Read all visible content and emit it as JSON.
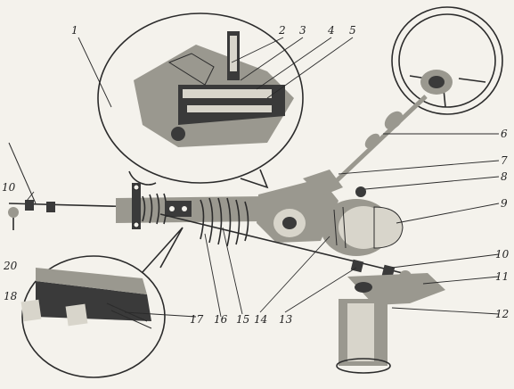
{
  "callouts": [
    {
      "id": "c1",
      "text": "1"
    },
    {
      "id": "c2",
      "text": "2"
    },
    {
      "id": "c3",
      "text": "3"
    },
    {
      "id": "c4",
      "text": "4"
    },
    {
      "id": "c5",
      "text": "5"
    },
    {
      "id": "c6",
      "text": "6"
    },
    {
      "id": "c7",
      "text": "7"
    },
    {
      "id": "c8",
      "text": "8"
    },
    {
      "id": "c9",
      "text": "9"
    },
    {
      "id": "c10a",
      "text": "10"
    },
    {
      "id": "c10b",
      "text": "10"
    },
    {
      "id": "c11",
      "text": "11"
    },
    {
      "id": "c12",
      "text": "12"
    },
    {
      "id": "c13",
      "text": "13"
    },
    {
      "id": "c14",
      "text": "14"
    },
    {
      "id": "c15",
      "text": "15"
    },
    {
      "id": "c16",
      "text": "16"
    },
    {
      "id": "c17",
      "text": "17"
    },
    {
      "id": "c18",
      "text": "18"
    },
    {
      "id": "c20",
      "text": "20"
    }
  ],
  "colors": {
    "paper": "#f4f2ec",
    "ink": "#2b2b2b"
  }
}
